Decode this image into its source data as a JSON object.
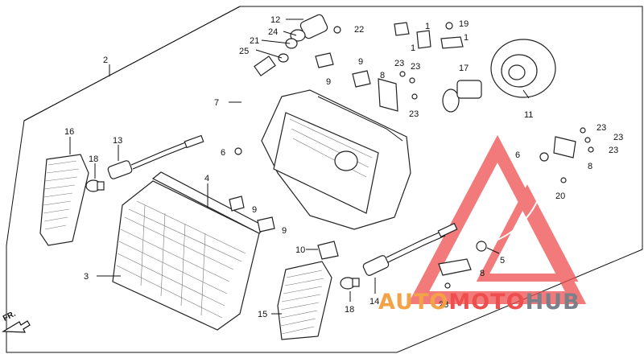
{
  "labels": {
    "l1a": "1",
    "l1b": "1",
    "l1c": "1",
    "l2": "2",
    "l3": "3",
    "l4": "4",
    "l5": "5",
    "l6a": "6",
    "l6b": "6",
    "l7": "7",
    "l8a": "8",
    "l8b": "8",
    "l8c": "8",
    "l9a": "9",
    "l9b": "9",
    "l9c": "9",
    "l9d": "9",
    "l10": "10",
    "l11": "11",
    "l12": "12",
    "l13": "13",
    "l14": "14",
    "l15": "15",
    "l16": "16",
    "l17": "17",
    "l18a": "18",
    "l18b": "18",
    "l19": "19",
    "l20": "20",
    "l21": "21",
    "l22": "22",
    "l23a": "23",
    "l23b": "23",
    "l23c": "23",
    "l23d": "23",
    "l23e": "23",
    "l23f": "23",
    "l23g": "23",
    "l24": "24",
    "l25": "25"
  },
  "front_marker": "FR.",
  "watermark": {
    "part1": "AUTO",
    "part2": "MOTO",
    "part3": "HUB",
    "colors": {
      "auto": "#f4a247",
      "moto": "#ef4e4e",
      "hub": "#7a8089",
      "triangle": "#ef4e4e"
    }
  }
}
